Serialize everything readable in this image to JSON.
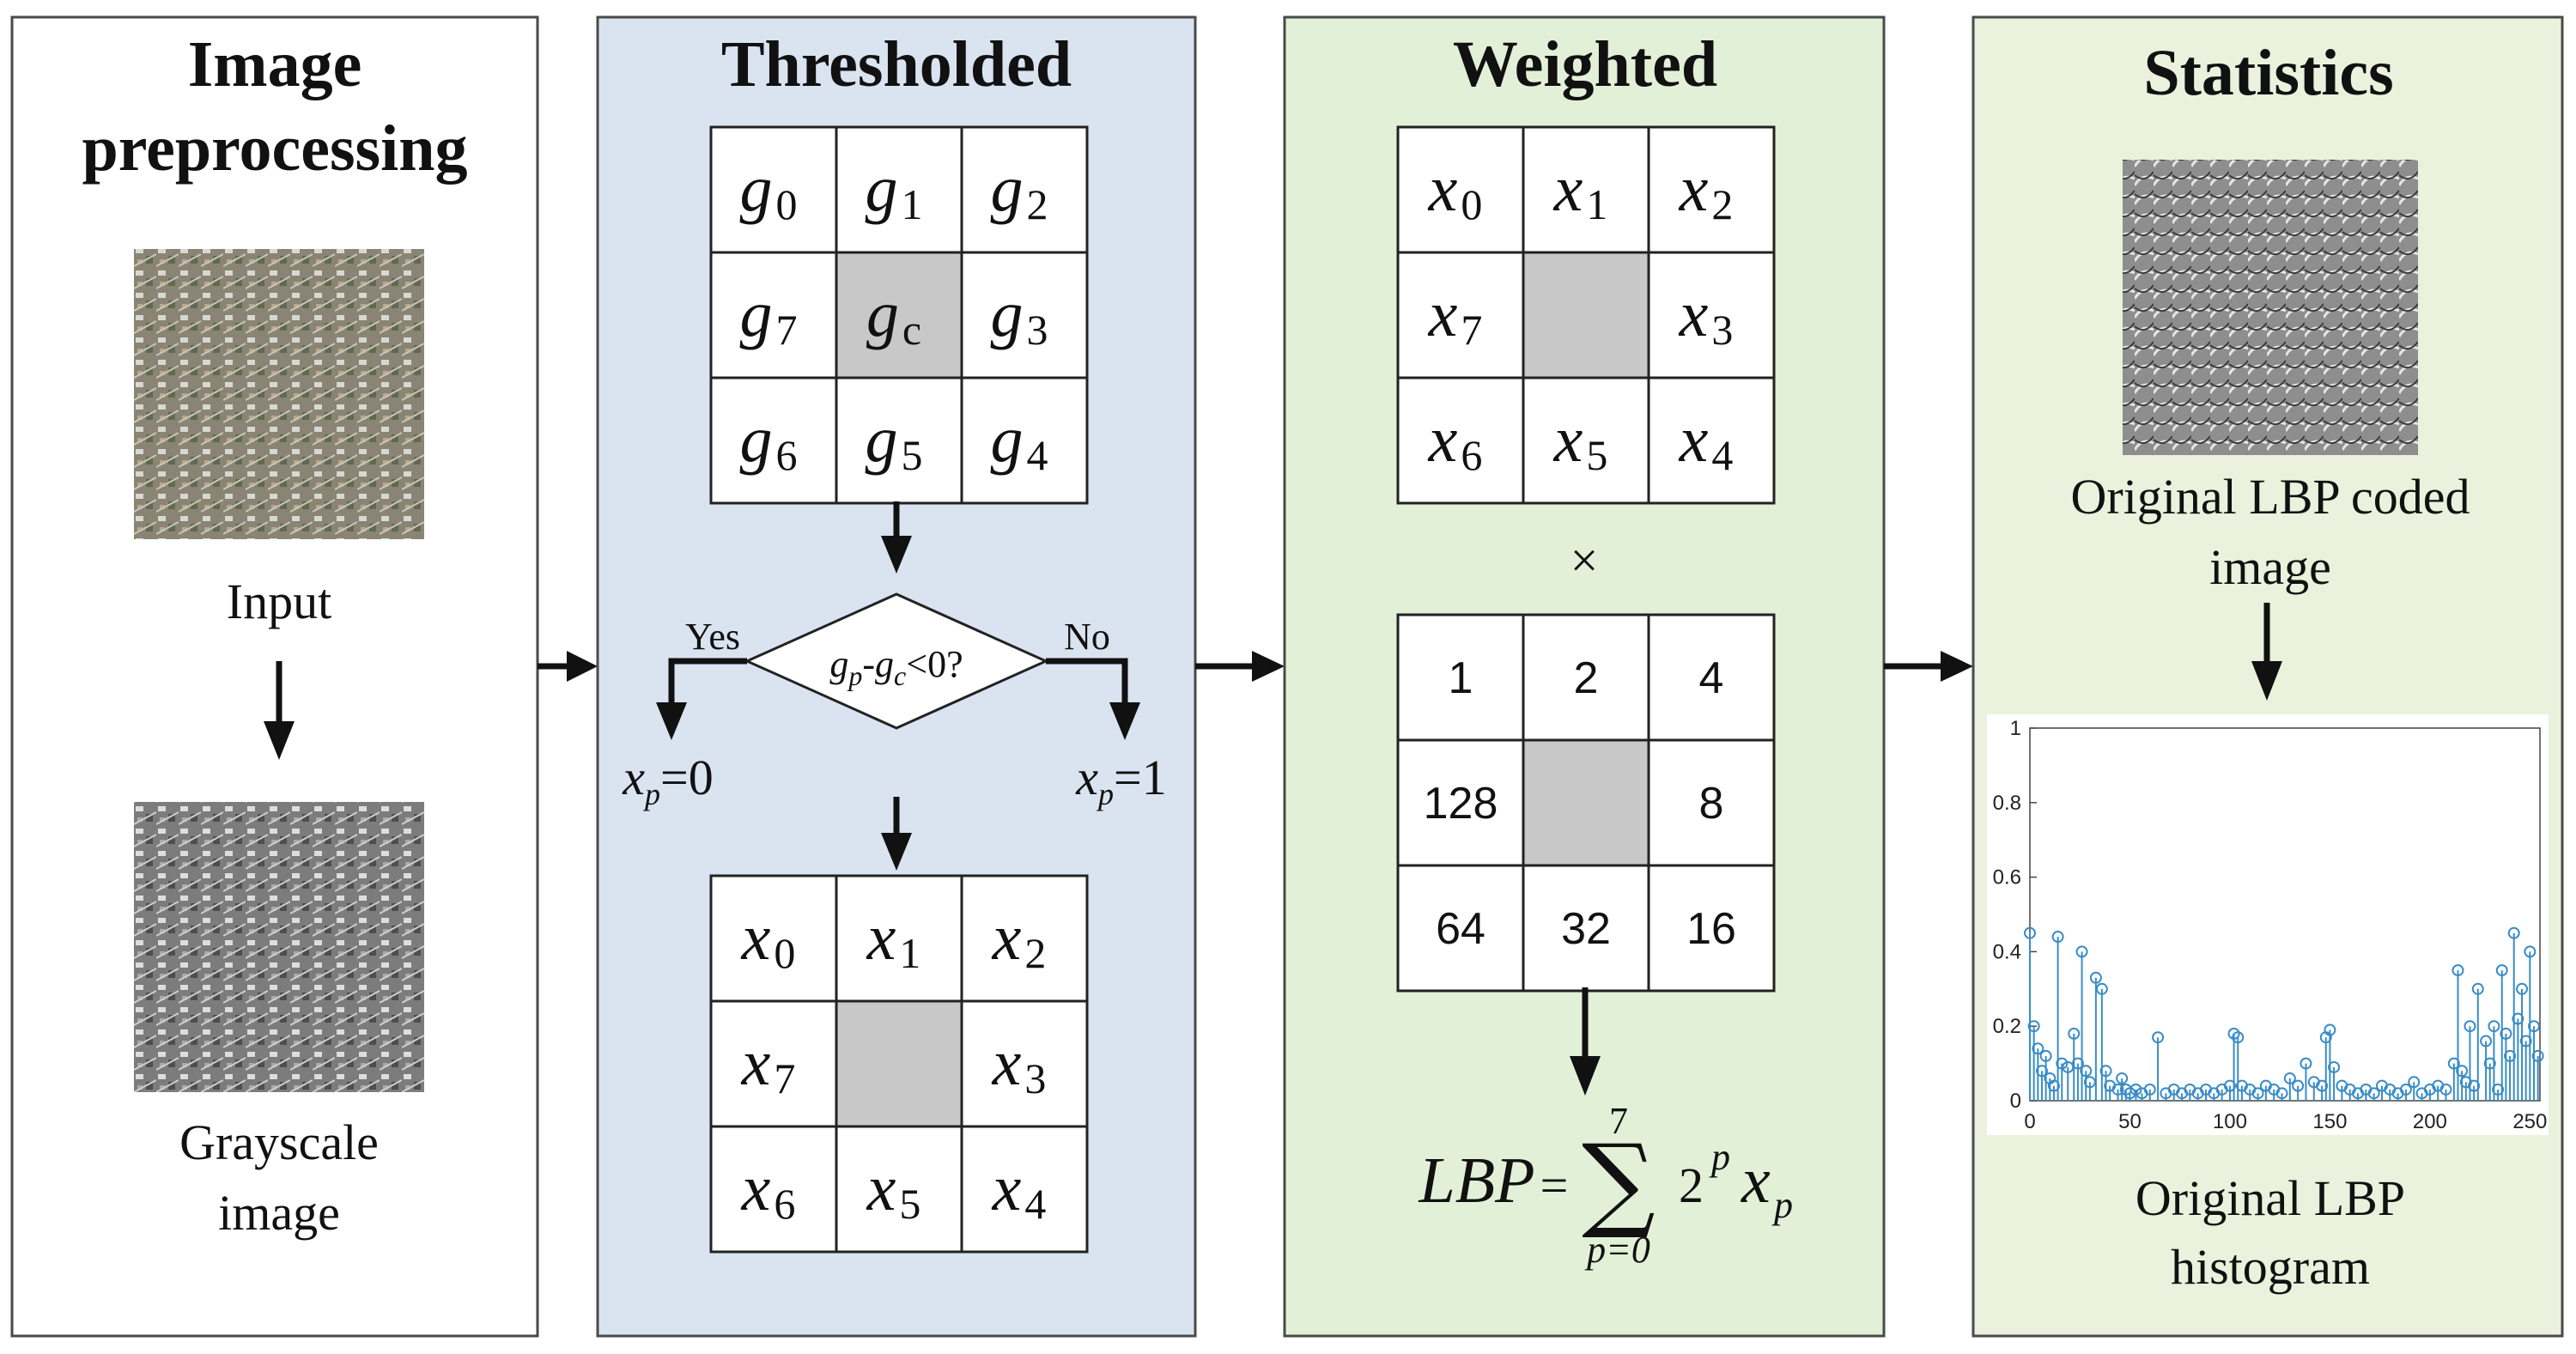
{
  "panels": {
    "preprocessing": {
      "title_line1": "Image",
      "title_line2": "preprocessing",
      "input_label": "Input",
      "gray_label_line1": "Grayscale",
      "gray_label_line2": "image"
    },
    "thresholded": {
      "title": "Thresholded",
      "neighborhood": [
        [
          "g",
          "0"
        ],
        [
          "g",
          "1"
        ],
        [
          "g",
          "2"
        ],
        [
          "g",
          "7"
        ],
        [
          "g",
          "c"
        ],
        [
          "g",
          "3"
        ],
        [
          "g",
          "6"
        ],
        [
          "g",
          "5"
        ],
        [
          "g",
          "4"
        ]
      ],
      "decision": "gp-gc<0?",
      "yes_label": "Yes",
      "no_label": "No",
      "yes_result": "xp=0",
      "no_result": "xp=1",
      "binary": [
        [
          "x",
          "0"
        ],
        [
          "x",
          "1"
        ],
        [
          "x",
          "2"
        ],
        [
          "x",
          "7"
        ],
        [
          "",
          ""
        ],
        [
          "x",
          "3"
        ],
        [
          "x",
          "6"
        ],
        [
          "x",
          "5"
        ],
        [
          "x",
          "4"
        ]
      ]
    },
    "weighted": {
      "title": "Weighted",
      "binary": [
        [
          "x",
          "0"
        ],
        [
          "x",
          "1"
        ],
        [
          "x",
          "2"
        ],
        [
          "x",
          "7"
        ],
        [
          "",
          ""
        ],
        [
          "x",
          "3"
        ],
        [
          "x",
          "6"
        ],
        [
          "x",
          "5"
        ],
        [
          "x",
          "4"
        ]
      ],
      "times": "×",
      "weights": [
        "1",
        "2",
        "4",
        "128",
        "",
        "8",
        "64",
        "32",
        "16"
      ],
      "formula": {
        "lhs": "LBP",
        "eq": "=",
        "sum_top": "7",
        "sum_bottom": "p=0",
        "base": "2",
        "exp": "p",
        "var": "x",
        "var_sub": "p"
      }
    },
    "statistics": {
      "title": "Statistics",
      "coded_label_line1": "Original LBP coded",
      "coded_label_line2": "image",
      "hist_label_line1": "Original LBP",
      "hist_label_line2": "histogram"
    }
  },
  "chart_data": {
    "type": "stem",
    "x_ticks": [
      "0",
      "50",
      "100",
      "150",
      "200",
      "250"
    ],
    "y_ticks": [
      "0",
      "0.2",
      "0.4",
      "0.6",
      "0.8",
      "1"
    ],
    "xlim": [
      0,
      255
    ],
    "ylim": [
      0,
      1
    ],
    "color": "#3a8cc8",
    "x": [
      0,
      2,
      4,
      6,
      8,
      10,
      12,
      14,
      16,
      19,
      22,
      24,
      26,
      28,
      30,
      33,
      36,
      38,
      40,
      44,
      46,
      48,
      50,
      53,
      56,
      60,
      64,
      68,
      72,
      76,
      80,
      84,
      88,
      92,
      96,
      100,
      102,
      104,
      106,
      110,
      114,
      118,
      122,
      126,
      130,
      134,
      138,
      142,
      146,
      148,
      150,
      152,
      156,
      160,
      164,
      168,
      172,
      176,
      180,
      184,
      188,
      192,
      196,
      200,
      204,
      208,
      212,
      214,
      216,
      218,
      220,
      222,
      224,
      228,
      230,
      232,
      234,
      236,
      238,
      240,
      242,
      244,
      246,
      248,
      250,
      252,
      254
    ],
    "values": [
      0.45,
      0.2,
      0.14,
      0.08,
      0.12,
      0.06,
      0.04,
      0.44,
      0.1,
      0.09,
      0.18,
      0.1,
      0.4,
      0.08,
      0.05,
      0.33,
      0.3,
      0.08,
      0.04,
      0.03,
      0.06,
      0.03,
      0.02,
      0.03,
      0.02,
      0.03,
      0.17,
      0.02,
      0.03,
      0.02,
      0.03,
      0.02,
      0.03,
      0.02,
      0.03,
      0.04,
      0.18,
      0.17,
      0.04,
      0.03,
      0.02,
      0.04,
      0.03,
      0.02,
      0.06,
      0.04,
      0.1,
      0.05,
      0.04,
      0.17,
      0.19,
      0.09,
      0.04,
      0.03,
      0.02,
      0.03,
      0.02,
      0.04,
      0.03,
      0.02,
      0.03,
      0.05,
      0.02,
      0.03,
      0.04,
      0.03,
      0.1,
      0.35,
      0.08,
      0.05,
      0.2,
      0.04,
      0.3,
      0.16,
      0.1,
      0.2,
      0.03,
      0.35,
      0.18,
      0.12,
      0.45,
      0.22,
      0.3,
      0.16,
      0.4,
      0.2,
      0.12
    ]
  }
}
